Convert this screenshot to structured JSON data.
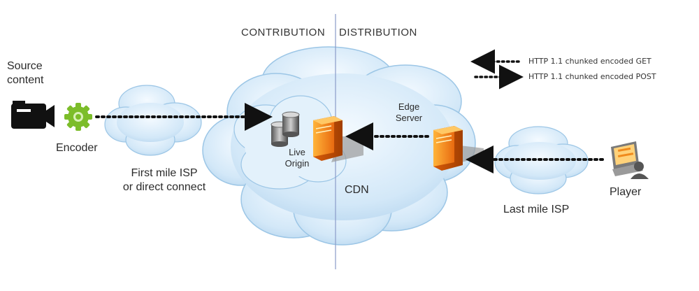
{
  "headers": {
    "contribution": "CONTRIBUTION",
    "distribution": "DISTRIBUTION"
  },
  "legend": {
    "get": "HTTP 1.1 chunked encoded GET",
    "post": "HTTP 1.1 chunked encoded POST"
  },
  "nodes": {
    "source_line1": "Source",
    "source_line2": "content",
    "encoder": "Encoder",
    "first_mile_line1": "First mile ISP",
    "first_mile_line2": "or direct connect",
    "live_origin_line1": "Live",
    "live_origin_line2": "Origin",
    "edge_line1": "Edge",
    "edge_line2": "Server",
    "cdn": "CDN",
    "last_mile": "Last mile ISP",
    "player": "Player"
  },
  "colors": {
    "cloud_fill": "#cfe6f7",
    "cloud_edge": "#9cc6e6",
    "server_orange": "#f08a1c",
    "encoder_green": "#7cbd2a",
    "divider": "#8a9bc9",
    "arrow": "#111111"
  },
  "icons": {
    "camera": "video-camera-icon",
    "encoder": "gear-icon",
    "origin_db": "database-icon",
    "server": "server-icon",
    "player": "computer-user-icon"
  }
}
